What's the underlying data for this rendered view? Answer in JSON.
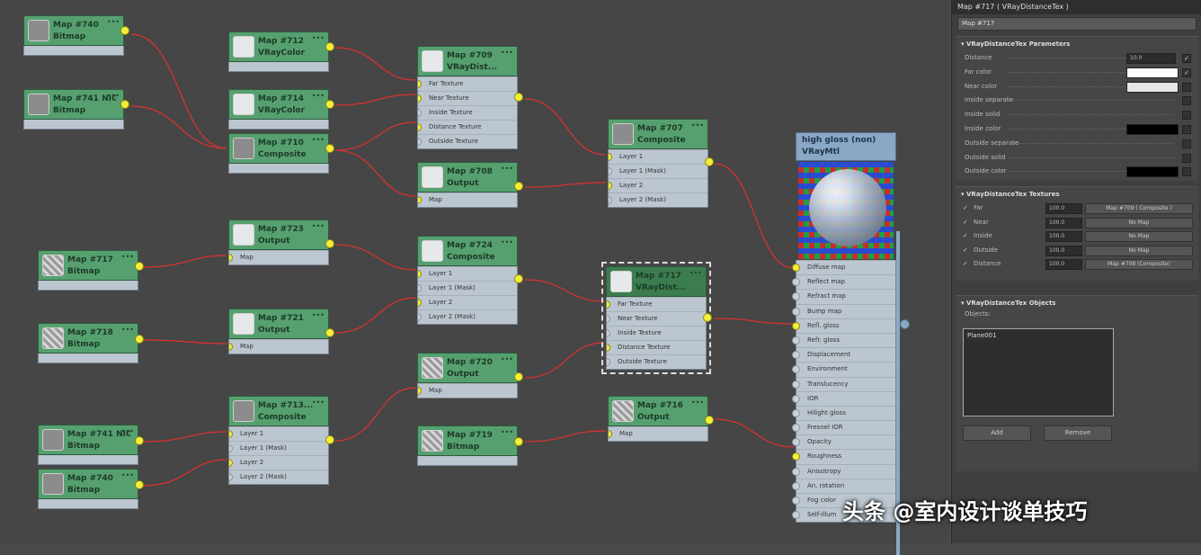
{
  "nodes": [
    {
      "id": "n1",
      "title": "Map #740",
      "type": "Bitmap",
      "thumb": "grey"
    },
    {
      "id": "n2",
      "title": "Map #741 NIG2...",
      "type": "Bitmap",
      "thumb": "grey"
    },
    {
      "id": "n3",
      "title": "Map #712",
      "type": "VRayColor",
      "thumb": "light"
    },
    {
      "id": "n4",
      "title": "Map #714",
      "type": "VRayColor",
      "thumb": "light"
    },
    {
      "id": "n5",
      "title": "Map #710",
      "type": "Composite",
      "thumb": "grey"
    },
    {
      "id": "n6",
      "title": "Map #709",
      "type": "VRayDist...",
      "thumb": "light",
      "slots": [
        "Far Texture",
        "Near Texture",
        "Inside Texture",
        "Distance Texture",
        "Outside Texture"
      ]
    },
    {
      "id": "n7",
      "title": "Map #708",
      "type": "Output",
      "thumb": "light",
      "slots": [
        "Map"
      ]
    },
    {
      "id": "n8",
      "title": "Map #707",
      "type": "Composite",
      "thumb": "grey",
      "slots": [
        "Layer 1",
        "Layer 1 (Mask)",
        "Layer 2",
        "Layer 2 (Mask)"
      ]
    },
    {
      "id": "n9",
      "title": "Map #717",
      "type": "Bitmap",
      "thumb": "tex"
    },
    {
      "id": "n10",
      "title": "Map #723",
      "type": "Output",
      "thumb": "light",
      "slots": [
        "Map"
      ]
    },
    {
      "id": "n11",
      "title": "Map #718",
      "type": "Bitmap",
      "thumb": "tex"
    },
    {
      "id": "n12",
      "title": "Map #721",
      "type": "Output",
      "thumb": "light",
      "slots": [
        "Map"
      ]
    },
    {
      "id": "n13",
      "title": "Map #724",
      "type": "Composite",
      "thumb": "light",
      "slots": [
        "Layer 1",
        "Layer 1 (Mask)",
        "Layer 2",
        "Layer 2 (Mask)"
      ]
    },
    {
      "id": "n14",
      "title": "Map #720",
      "type": "Output",
      "thumb": "tex",
      "slots": [
        "Map"
      ]
    },
    {
      "id": "n15",
      "title": "Map #719",
      "type": "Bitmap",
      "thumb": "tex"
    },
    {
      "id": "n16",
      "title": "Map #717",
      "type": "VRayDist...",
      "thumb": "light",
      "slots": [
        "Far Texture",
        "Near Texture",
        "Inside Texture",
        "Distance Texture",
        "Outside Texture"
      ]
    },
    {
      "id": "n17",
      "title": "Map #716",
      "type": "Output",
      "thumb": "tex",
      "slots": [
        "Map"
      ]
    },
    {
      "id": "n18",
      "title": "Map #741 NIG2...",
      "type": "Bitmap",
      "thumb": "grey"
    },
    {
      "id": "n19",
      "title": "Map #713...",
      "type": "Composite",
      "thumb": "grey",
      "slots": [
        "Layer 1",
        "Layer 1 (Mask)",
        "Layer 2",
        "Layer 2 (Mask)"
      ]
    },
    {
      "id": "n20",
      "title": "Map #740",
      "type": "Bitmap",
      "thumb": "grey"
    }
  ],
  "material": {
    "title": "high gloss (non)",
    "type": "VRayMtl",
    "slots": [
      "Diffuse map",
      "Reflect map",
      "Refract map",
      "Bump map",
      "Refl. gloss",
      "Refr. gloss",
      "Displacement",
      "Environment",
      "Translucency",
      "IOR",
      "Hilight gloss",
      "Fresnel IOR",
      "Opacity",
      "Roughness",
      "Anisotropy",
      "An. rotation",
      "Fog color",
      "Self-illum"
    ]
  },
  "panel": {
    "title": "Map #717 ( VRayDistanceTex )",
    "name": "Map #717",
    "params_header": "VRayDistanceTex Parameters",
    "params": [
      {
        "label": "Distance",
        "value": "10.0",
        "kind": "num"
      },
      {
        "label": "Far color",
        "color": "#ffffff",
        "kind": "swatch"
      },
      {
        "label": "Near color",
        "color": "#e6e6e6",
        "kind": "swatch"
      },
      {
        "label": "Inside separate",
        "kind": "empty"
      },
      {
        "label": "Inside solid",
        "kind": "empty"
      },
      {
        "label": "Inside color",
        "color": "#000000",
        "kind": "swatch"
      },
      {
        "label": "Outside separate",
        "kind": "empty"
      },
      {
        "label": "Outside solid",
        "kind": "empty"
      },
      {
        "label": "Outside color",
        "color": "#000000",
        "kind": "swatch"
      }
    ],
    "tex_header": "VRayDistanceTex Textures",
    "textures": [
      {
        "label": "Far",
        "value": "100.0",
        "map": "Map #709 ( Composite )"
      },
      {
        "label": "Near",
        "value": "100.0",
        "map": "No Map"
      },
      {
        "label": "Inside",
        "value": "100.0",
        "map": "No Map"
      },
      {
        "label": "Outside",
        "value": "100.0",
        "map": "No Map"
      },
      {
        "label": "Distance",
        "value": "100.0",
        "map": "Map #708 (Composite)"
      }
    ],
    "obj_header": "VRayDistanceTex Objects",
    "obj_label": "Objects:",
    "objects": [
      "Plane001"
    ],
    "add_label": "Add",
    "remove_label": "Remove"
  },
  "watermark": "头条 @室内设计谈单技巧",
  "colors": {
    "wire": "#e03030",
    "node_header": "#56a070",
    "panel_bg": "#3f3f3f"
  }
}
